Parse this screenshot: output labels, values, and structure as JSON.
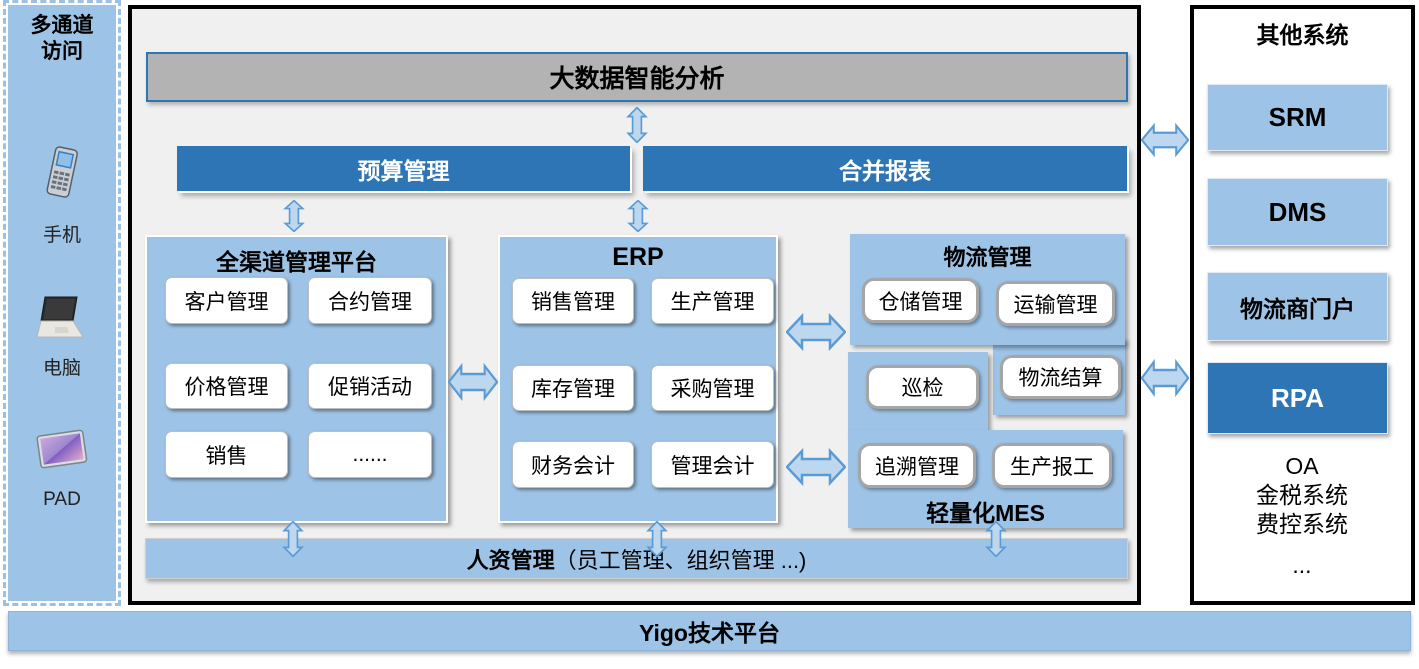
{
  "left_sidebar": {
    "title_line1": "多通道",
    "title_line2": "访问",
    "devices": [
      {
        "label": "手机",
        "icon": "mobile-phone-icon"
      },
      {
        "label": "电脑",
        "icon": "laptop-icon"
      },
      {
        "label": "PAD",
        "icon": "tablet-icon"
      }
    ]
  },
  "main": {
    "analytics_bar": "大数据智能分析",
    "budget_bar": "预算管理",
    "consolidation_bar": "合并报表",
    "omni_panel": {
      "title": "全渠道管理平台",
      "cells": [
        "客户管理",
        "合约管理",
        "价格管理",
        "促销活动",
        "销售",
        "......"
      ]
    },
    "erp_panel": {
      "title": "ERP",
      "cells": [
        "销售管理",
        "生产管理",
        "库存管理",
        "采购管理",
        "财务会计",
        "管理会计"
      ]
    },
    "logistics_panel": {
      "title": "物流管理",
      "cells": [
        "仓储管理",
        "运输管理",
        "物流结算"
      ]
    },
    "mes_panel": {
      "title": "轻量化MES",
      "cells": [
        "巡检",
        "追溯管理",
        "生产报工"
      ]
    },
    "hr_bar": {
      "bold": "人资管理",
      "rest": "（员工管理、组织管理 ...)"
    }
  },
  "right_sidebar": {
    "title": "其他系统",
    "boxes": [
      {
        "label": "SRM",
        "style": "light"
      },
      {
        "label": "DMS",
        "style": "light"
      },
      {
        "label": "物流商门户",
        "style": "light"
      },
      {
        "label": "RPA",
        "style": "dark"
      }
    ],
    "plain_items": [
      "OA",
      "金税系统",
      "费控系统",
      "..."
    ]
  },
  "footer_bar": "Yigo技术平台",
  "colors": {
    "light_blue": "#9DC3E6",
    "dark_blue": "#2E75B6",
    "gray_bar": "#B3B3B3",
    "arrow_fill": "#BDD7EE",
    "arrow_stroke": "#5B9BD5",
    "main_bg": "#F0F0F0"
  }
}
